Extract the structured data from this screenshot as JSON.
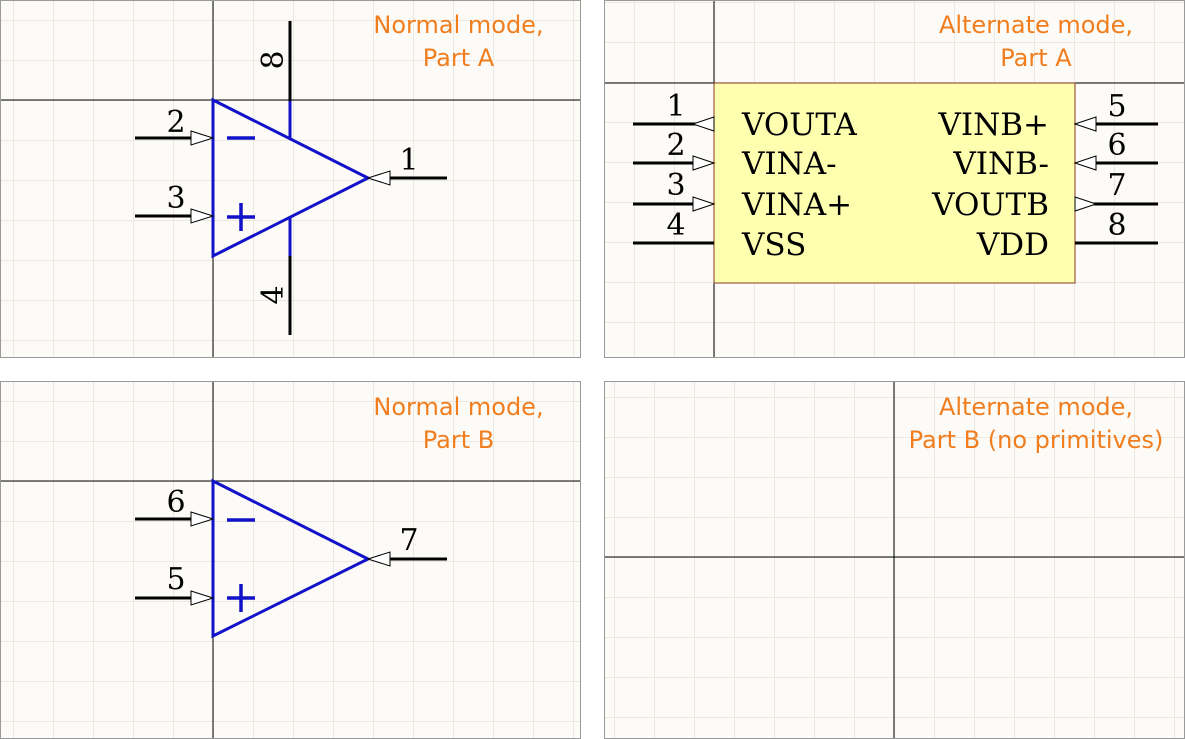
{
  "panels": [
    {
      "caption_line1": "Normal mode,",
      "caption_line2": "Part A",
      "pins": {
        "inv": "2",
        "noninv": "3",
        "out": "1",
        "vpos": "8",
        "vneg": "4"
      },
      "symbols": {
        "minus": "minus-symbol",
        "plus": "plus-symbol"
      }
    },
    {
      "caption_line1": "Alternate mode,",
      "caption_line2": "Part A",
      "left_pins": [
        {
          "number": "1",
          "name": "VOUTA"
        },
        {
          "number": "2",
          "name": "VINA-"
        },
        {
          "number": "3",
          "name": "VINA+"
        },
        {
          "number": "4",
          "name": "VSS"
        }
      ],
      "right_pins": [
        {
          "number": "5",
          "name": "VINB+"
        },
        {
          "number": "6",
          "name": "VINB-"
        },
        {
          "number": "7",
          "name": "VOUTB"
        },
        {
          "number": "8",
          "name": "VDD"
        }
      ]
    },
    {
      "caption_line1": "Normal mode,",
      "caption_line2": "Part B",
      "pins": {
        "inv": "6",
        "noninv": "5",
        "out": "7"
      }
    },
    {
      "caption_line1": "Alternate mode,",
      "caption_line2": "Part B (no primitives)"
    }
  ],
  "colors": {
    "caption": "#f07e1f",
    "opamp_body": "#1212c8",
    "component_fill": "#ffffb0",
    "component_border": "#8b3a1e",
    "pin": "#000000",
    "grid": "#ebe8e2",
    "background": "#fdfbf7"
  }
}
